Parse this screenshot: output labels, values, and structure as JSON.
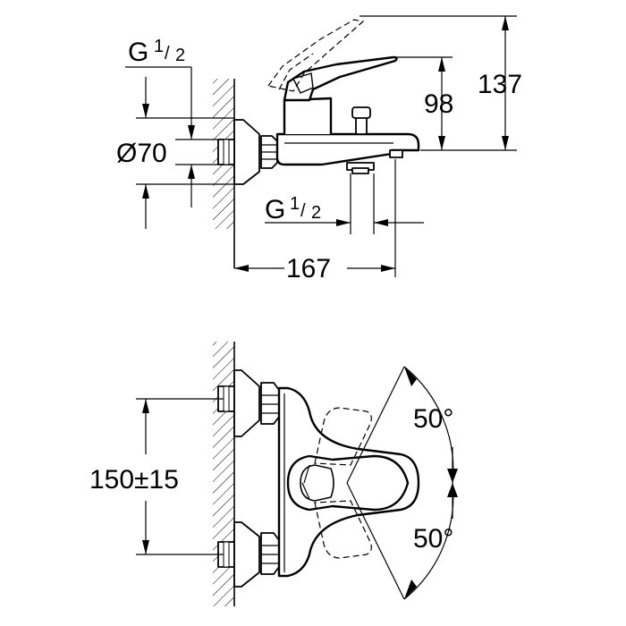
{
  "top_view": {
    "thread_label_left": {
      "main": "G",
      "num": "1",
      "slash": "/",
      "den": "2"
    },
    "diameter_label": "Ø70",
    "height_label_outer": "137",
    "height_label_inner": "98",
    "thread_label_bottom": {
      "main": "G",
      "num": "1",
      "slash": "/",
      "den": "2"
    },
    "width_label": "167"
  },
  "bottom_view": {
    "spacing_label": "150±15",
    "angle_upper_label": "50°",
    "angle_lower_label": "50°"
  }
}
